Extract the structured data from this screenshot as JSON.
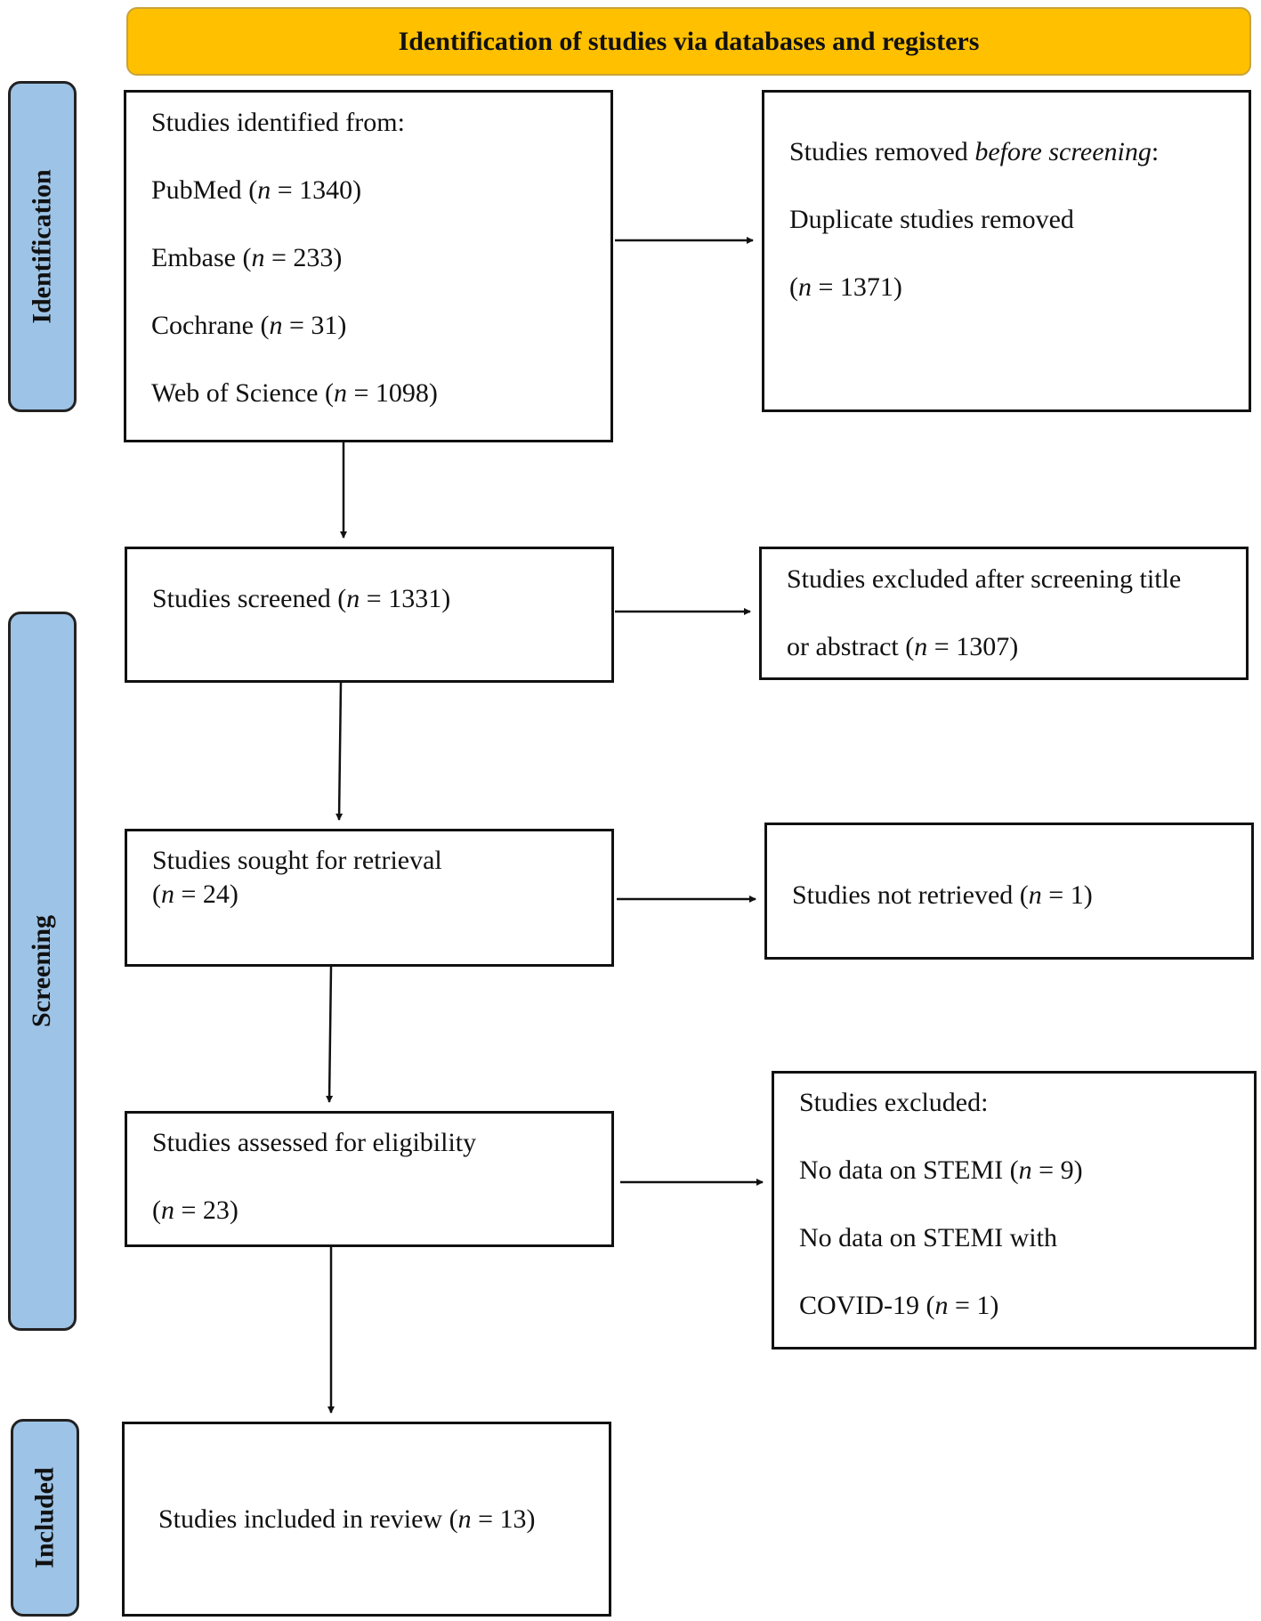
{
  "header": {
    "title": "Identification of studies via databases and registers"
  },
  "phases": {
    "identification": "Identification",
    "screening": "Screening",
    "included": "Included"
  },
  "identified": {
    "heading": "Studies identified from:",
    "pubmed": {
      "label": "PubMed",
      "n": "1340"
    },
    "embase": {
      "label": "Embase",
      "n": "233"
    },
    "cochrane": {
      "label": "Cochrane",
      "n": "31"
    },
    "wos": {
      "label": "Web of Science",
      "n": "1098"
    }
  },
  "removed": {
    "heading_pre": "Studies removed ",
    "heading_italic": "before screening",
    "heading_post": ":",
    "duplicates": "Duplicate studies removed",
    "n": "1371"
  },
  "screened": {
    "label": "Studies screened",
    "n": "1331"
  },
  "excluded_title": {
    "line1": "Studies excluded after screening title",
    "line2": "or abstract",
    "n": "1307"
  },
  "sought": {
    "label": "Studies sought for retrieval",
    "n": "24"
  },
  "not_retrieved": {
    "label": "Studies not retrieved",
    "n": "1"
  },
  "assessed": {
    "label": "Studies assessed for eligibility",
    "n": "23"
  },
  "excluded": {
    "heading": "Studies excluded:",
    "reason1": "No data on STEMI",
    "reason1_n": "9",
    "reason2_line1": "No data on STEMI with",
    "reason2_line2": "COVID-19",
    "reason2_n": "1"
  },
  "included": {
    "label": "Studies included in review",
    "n": "13"
  }
}
